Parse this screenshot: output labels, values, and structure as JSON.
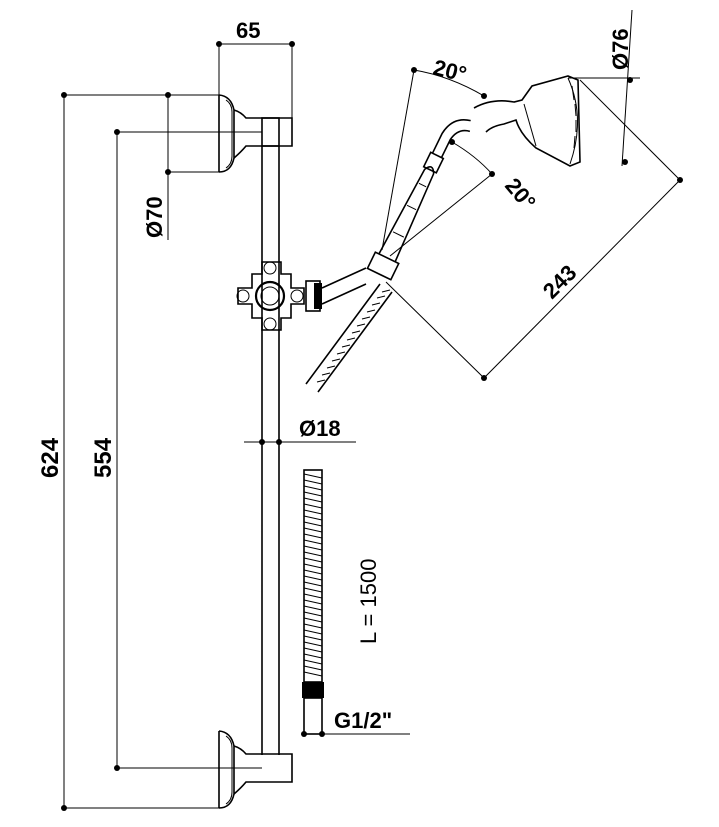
{
  "dimensions": {
    "total_length": "624",
    "fixing_centres": "554",
    "bracket_width": "65",
    "rosette_diameter": "Ø70",
    "bar_diameter": "Ø18",
    "head_diameter": "Ø76",
    "tilt_angle_upper": "20°",
    "tilt_angle_lower": "20°",
    "handshower_length": "243",
    "hose_length": "L = 1500",
    "thread": "G1/2\""
  },
  "colors": {
    "line": "#000000",
    "background": "#ffffff"
  }
}
